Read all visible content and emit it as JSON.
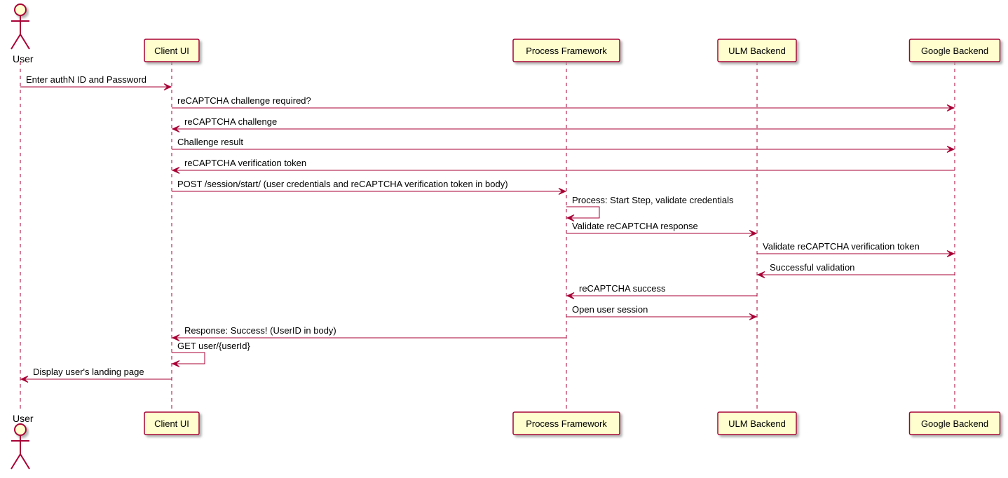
{
  "diagram": {
    "type": "sequence",
    "colors": {
      "participant_fill": "#FEFECE",
      "participant_stroke": "#A80036",
      "arrow": "#A80036",
      "lifeline": "#A80036",
      "actor_fill": "#FEFECE",
      "shadow": "#C0C0C0"
    },
    "participants": [
      {
        "id": "user",
        "label": "User",
        "kind": "actor"
      },
      {
        "id": "client",
        "label": "Client UI",
        "kind": "box"
      },
      {
        "id": "process",
        "label": "Process Framework",
        "kind": "box"
      },
      {
        "id": "ulm",
        "label": "ULM Backend",
        "kind": "box"
      },
      {
        "id": "google",
        "label": "Google Backend",
        "kind": "box"
      }
    ],
    "messages": [
      {
        "from": "user",
        "to": "client",
        "label": "Enter authN ID and Password"
      },
      {
        "from": "client",
        "to": "google",
        "label": "reCAPTCHA challenge required?"
      },
      {
        "from": "google",
        "to": "client",
        "label": "reCAPTCHA challenge"
      },
      {
        "from": "client",
        "to": "google",
        "label": "Challenge result"
      },
      {
        "from": "google",
        "to": "client",
        "label": "reCAPTCHA verification token"
      },
      {
        "from": "client",
        "to": "process",
        "label": "POST /session/start/ (user credentials and reCAPTCHA verification token in body)"
      },
      {
        "from": "process",
        "to": "process",
        "label": "Process: Start Step, validate credentials"
      },
      {
        "from": "process",
        "to": "ulm",
        "label": "Validate reCAPTCHA response"
      },
      {
        "from": "ulm",
        "to": "google",
        "label": "Validate reCAPTCHA verification token"
      },
      {
        "from": "google",
        "to": "ulm",
        "label": "Successful validation"
      },
      {
        "from": "ulm",
        "to": "process",
        "label": "reCAPTCHA success"
      },
      {
        "from": "process",
        "to": "ulm",
        "label": "Open user session"
      },
      {
        "from": "process",
        "to": "client",
        "label": "Response: Success! (UserID in body)"
      },
      {
        "from": "client",
        "to": "client",
        "label": "GET user/{userId}"
      },
      {
        "from": "client",
        "to": "user",
        "label": "Display user's landing page"
      }
    ]
  }
}
